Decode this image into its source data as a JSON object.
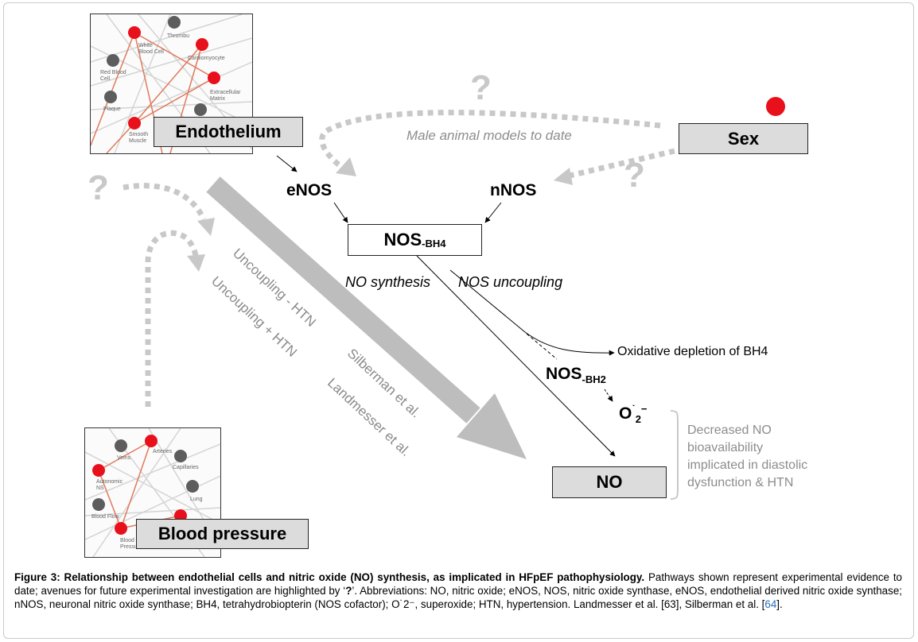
{
  "nodes": {
    "endothelium": "Endothelium",
    "sex": "Sex",
    "blood_pressure": "Blood pressure",
    "enos": "eNOS",
    "nnos": "nNOS",
    "nos_bh4_main": "NOS",
    "nos_bh4_sub": "-BH4",
    "nos_bh2_main": "NOS",
    "nos_bh2_sub": "-BH2",
    "o2_main": "O",
    "o2_sup": "˙",
    "o2_sub": "2",
    "o2_charge": "−",
    "no": "NO"
  },
  "labels": {
    "male_models": "Male animal models to date",
    "no_synthesis": "NO synthesis",
    "nos_uncoupling": "NOS uncoupling",
    "oxidative_depletion": "Oxidative depletion of BH4",
    "decreased_no": [
      "Decreased NO",
      "bioavailability",
      "implicated in diastolic",
      "dysfunction & HTN"
    ],
    "uncoupling_minus": "Uncoupling - HTN",
    "uncoupling_plus": "Uncoupling + HTN",
    "silberman": "Silberman et al.",
    "landmesser": "Landmesser et al.",
    "question": "?"
  },
  "network_top": {
    "labels": [
      "Thrombu",
      "White\nBlood Cell",
      "Cardiomyocyte",
      "Red Blood\nCell",
      "Extracellular\nMatrix",
      "Plaque",
      "Smooth\nMuscle"
    ]
  },
  "network_bottom": {
    "labels": [
      "Veins",
      "Arteries",
      "Capillaries",
      "Autonomic\nNS",
      "Lung",
      "Blood Flow",
      "Blood\nPressure"
    ]
  },
  "caption": {
    "title": "Figure 3: Relationship between endothelial cells and nitric oxide (NO) synthesis, as implicated in HFpEF pathophysiology.",
    "body_1": " Pathways shown represent experimental evidence to date; avenues for future experimental investigation are highlighted by ‘",
    "qmark": "?",
    "body_2": "’. Abbreviations: NO, nitric oxide; eNOS, NOS, nitric oxide synthase, eNOS, endothelial derived nitric oxide synthase; nNOS, neuronal nitric oxide synthase; BH4, tetrahydrobiopterin (NOS cofactor); O˙2⁻, superoxide; HTN, hypertension. Landmesser et al. [63], Silberman et al. [",
    "ref": "64",
    "body_3": "]."
  },
  "colors": {
    "node_red": "#e8101a",
    "node_grey": "#5d5d5d",
    "dotted_arrow": "#c8c8c8",
    "big_arrow": "#bdbdbd",
    "box_fill": "#dcdcdc",
    "reference_link": "#2a6ebb"
  }
}
